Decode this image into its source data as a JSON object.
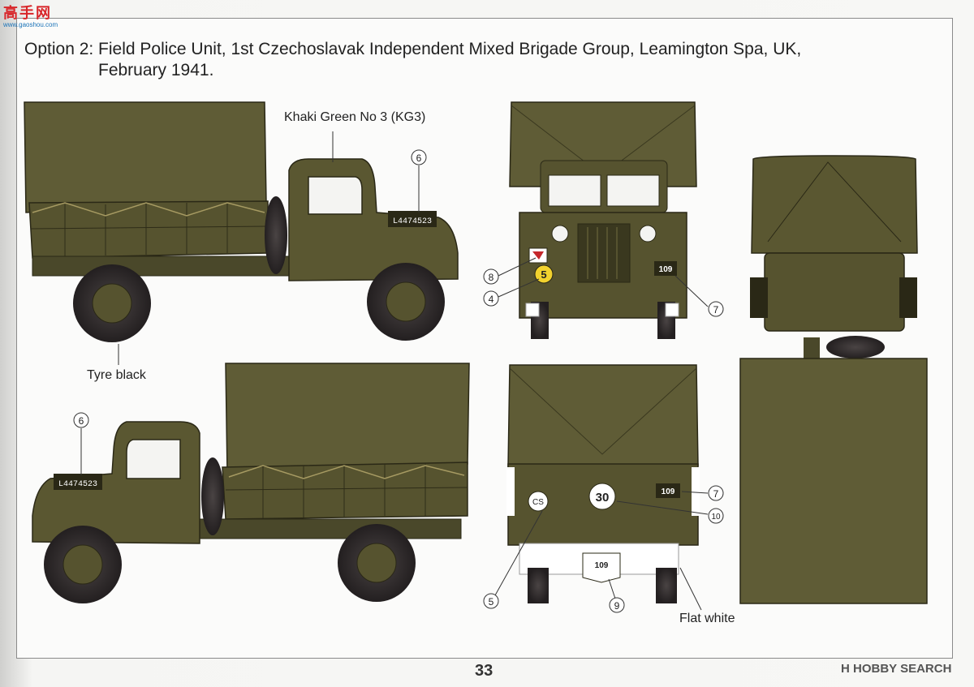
{
  "watermark_top": {
    "text": "高手网",
    "sub": "www.gaoshou.com"
  },
  "title": {
    "line1": "Option 2: Field Police Unit, 1st Czechoslavak Independent Mixed Brigade Group, Leamington Spa, UK,",
    "line2": "February 1941."
  },
  "labels": {
    "khaki": "Khaki Green No 3 (KG3)",
    "tyre": "Tyre black",
    "flat_white": "Flat white"
  },
  "markings": {
    "reg_side_right": "L4474523",
    "reg_side_left": "L4474523",
    "unit_number": "109",
    "bridge_front": "5",
    "bridge_rear": "30",
    "cs_plate": "CS"
  },
  "callouts": {
    "c6_top": "6",
    "c6_bottom": "6",
    "c8": "8",
    "c4": "4",
    "c7_front": "7",
    "c7_rear": "7",
    "c10": "10",
    "c5": "5",
    "c9": "9"
  },
  "page_number": "33",
  "watermark_bottom": "H HOBBY SEARCH",
  "colors": {
    "khaki": "#5e5b36",
    "khaki_dark": "#3f3d22",
    "tyre": "#2e2a2a",
    "flat_white": "#ffffff"
  }
}
